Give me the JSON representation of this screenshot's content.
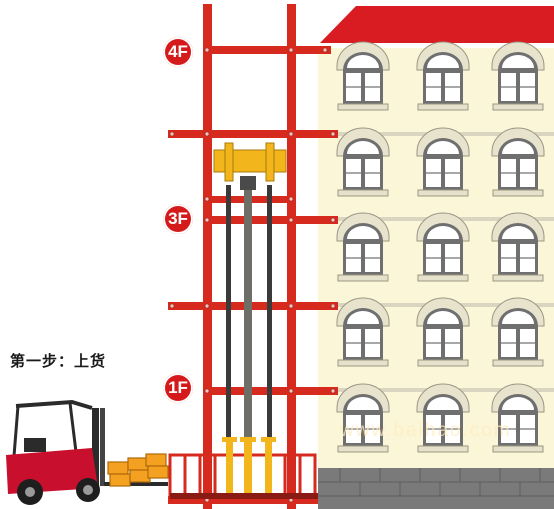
{
  "step_label": "第一步：上货",
  "floors": [
    {
      "label": "4F"
    },
    {
      "label": "3F"
    },
    {
      "label": "1F"
    }
  ],
  "watermark": "www.baihao.com",
  "colors": {
    "frame": "#d62a1f",
    "building_wall": "#fbf6d8",
    "roof": "#d91c22",
    "platform_yellow": "#f2b51c",
    "forklift_red": "#c8102e",
    "cargo": "#f4a020"
  }
}
